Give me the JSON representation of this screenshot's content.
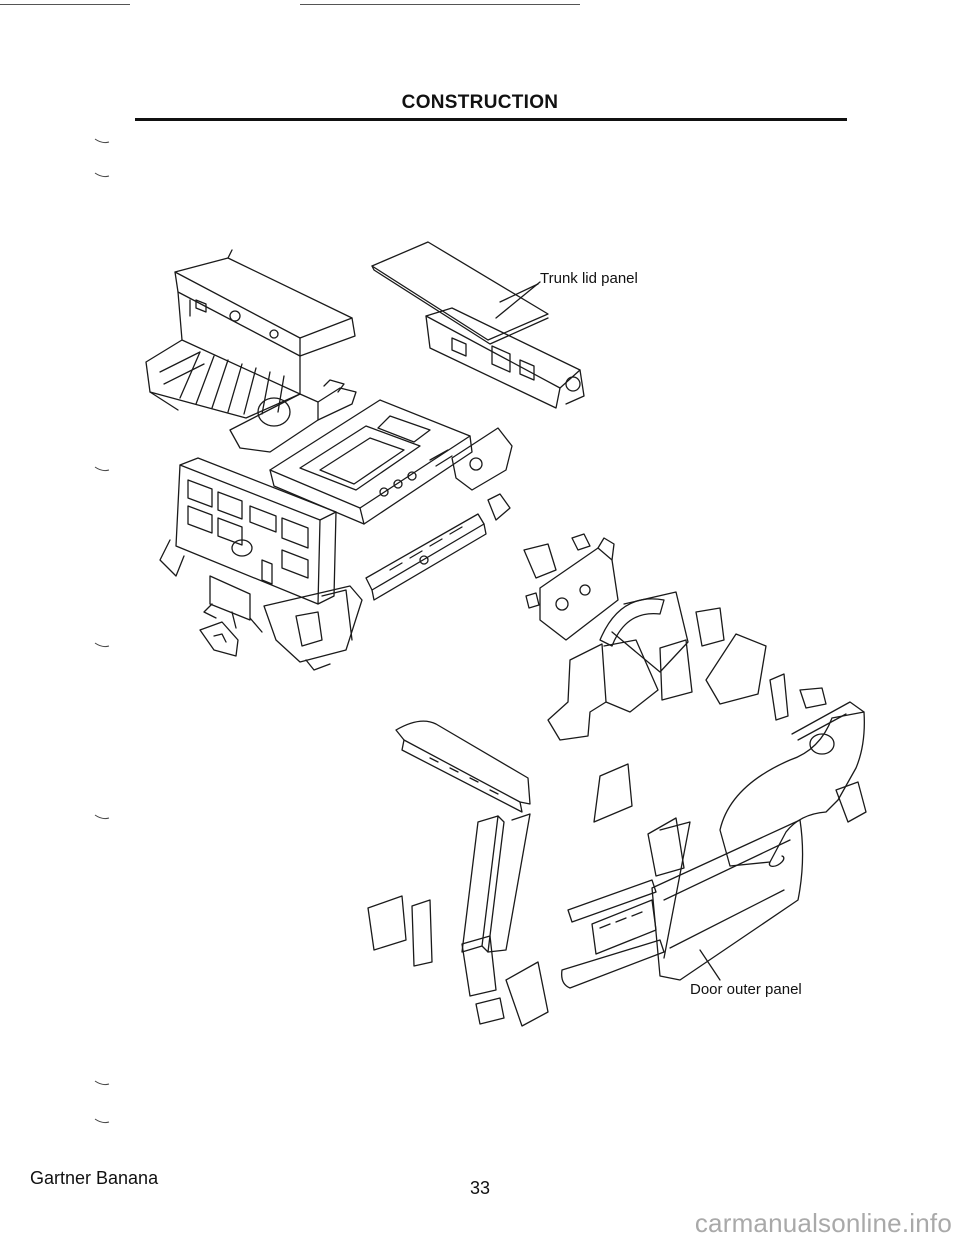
{
  "page": {
    "title": "CONSTRUCTION",
    "footer_left": "Gartner Banana",
    "page_number": "33",
    "watermark": "carmanualsonline.info"
  },
  "figure": {
    "callouts": {
      "trunk_lid": "Trunk lid panel",
      "door_outer": "Door outer panel"
    },
    "colors": {
      "line": "#1a1a1a",
      "paper": "#ffffff",
      "watermark": "#a9a9a9"
    }
  }
}
